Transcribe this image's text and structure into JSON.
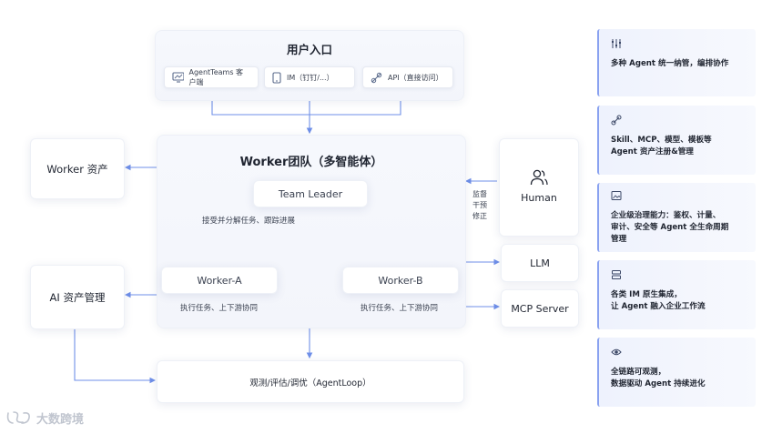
{
  "entry": {
    "title": "用户入口",
    "chips": [
      {
        "label": "AgentTeams 客户端",
        "icon": "monitor-icon"
      },
      {
        "label": "IM（钉钉/...）",
        "icon": "phone-icon"
      },
      {
        "label": "API（直接访问）",
        "icon": "link-icon"
      }
    ]
  },
  "team": {
    "title": "Worker团队（多智能体）",
    "leader": "Team Leader",
    "leader_caption": "接受并分解任务、跟踪进展",
    "worker_a": "Worker-A",
    "worker_b": "Worker-B",
    "worker_a_caption": "执行任务、上下游协同",
    "worker_b_caption": "执行任务、上下游协同"
  },
  "left": {
    "worker_assets": "Worker 资产",
    "ai_assets": "AI 资产管理"
  },
  "right": {
    "human": "Human",
    "human_note": [
      "监督",
      "干预",
      "修正"
    ],
    "llm": "LLM",
    "mcp": "MCP Server"
  },
  "bottom": {
    "agentloop": "观测/评估/调优（AgentLoop）"
  },
  "features": [
    {
      "icon": "sliders-icon",
      "lines": [
        "多种 Agent 统一纳管，编排协作"
      ]
    },
    {
      "icon": "puzzle-icon",
      "lines": [
        "Skill、MCP、模型、模板等",
        "Agent 资产注册&管理"
      ]
    },
    {
      "icon": "image-frame-icon",
      "lines": [
        "企业级治理能力：鉴权、计量、",
        "审计、安全等 Agent 全生命周期",
        "管理"
      ]
    },
    {
      "icon": "server-icon",
      "lines": [
        "各类 IM 原生集成，",
        "让 Agent 融入企业工作流"
      ]
    },
    {
      "icon": "eye-icon",
      "lines": [
        "全链路可观测，",
        "数据驱动 Agent 持续进化"
      ]
    }
  ],
  "watermark": "大数跨境",
  "colors": {
    "arrow": "#6f8fe8",
    "accent_border": "#8aa2f0"
  }
}
